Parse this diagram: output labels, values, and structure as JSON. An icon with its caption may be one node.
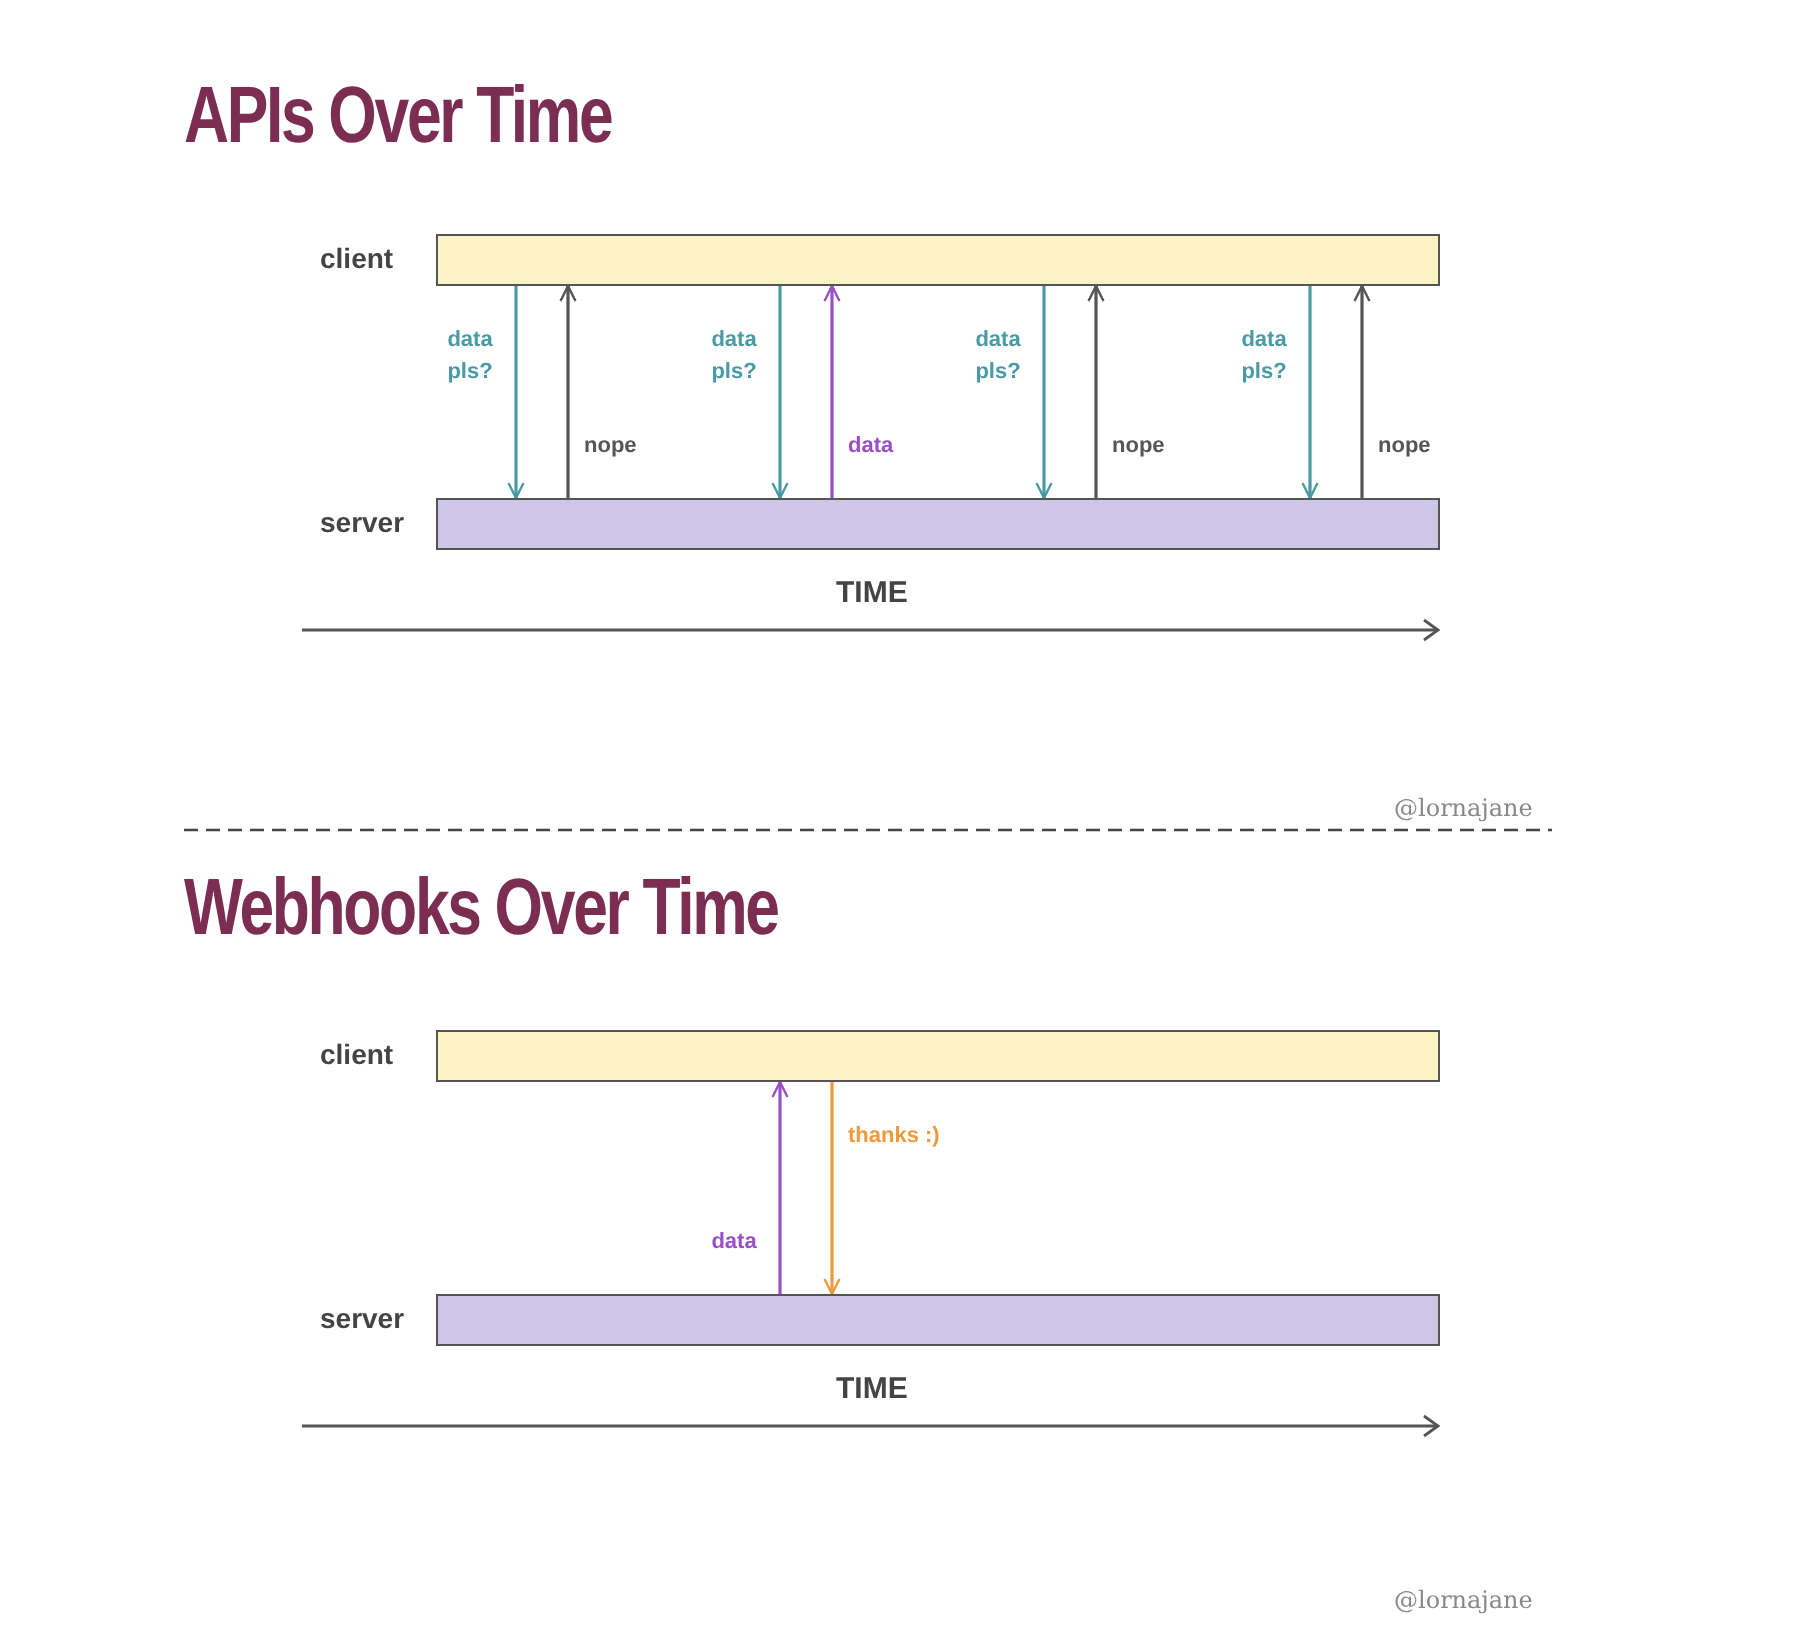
{
  "diagram": {
    "title": "APIs Over Time",
    "nodes": [
      {
        "text": [
          "client"
        ]
      },
      {
        "text": [
          "server"
        ]
      },
      {
        "text": [
          "client"
        ]
      },
      {
        "text": [
          "server"
        ]
      }
    ],
    "edges": [
      {
        "from": 0,
        "to": 1,
        "arrow": "to",
        "label": "data pls?"
      },
      {
        "from": 1,
        "to": 0,
        "arrow": "to",
        "label": "nope",
        "color": "#555555"
      },
      {
        "from": 0,
        "to": 1,
        "arrow": "to",
        "label": "data pls?"
      },
      {
        "from": 1,
        "to": 0,
        "arrow": "to",
        "label": "data",
        "color": "#9b4fc4"
      },
      {
        "from": 0,
        "to": 1,
        "arrow": "to",
        "label": "data pls?"
      },
      {
        "from": 1,
        "to": 0,
        "arrow": "to",
        "label": "nope",
        "color": "#555555"
      },
      {
        "from": 0,
        "to": 1,
        "arrow": "to",
        "label": "data pls?"
      },
      {
        "from": 1,
        "to": 0,
        "arrow": "to",
        "label": "nope",
        "color": "#555555"
      },
      {
        "from": 3,
        "to": 2,
        "arrow": "to",
        "label": "data",
        "color": "#9b4fc4"
      },
      {
        "from": 2,
        "to": 3,
        "arrow": "to",
        "label": "thanks :)",
        "color": "#ee9a3a"
      }
    ],
    "labels": [
      "TIME",
      "@lornajane",
      "Webhooks Over Time",
      "TIME",
      "@lornajane"
    ]
  }
}
